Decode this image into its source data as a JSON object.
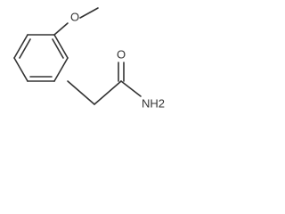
{
  "molecule": {
    "atoms": {
      "methoxy_oxygen": "O",
      "carbonyl_oxygen": "O",
      "amide_nitrogen": "NH2"
    },
    "colors": {
      "bond": "#333333",
      "label": "#333333",
      "background": "#ffffff"
    }
  }
}
